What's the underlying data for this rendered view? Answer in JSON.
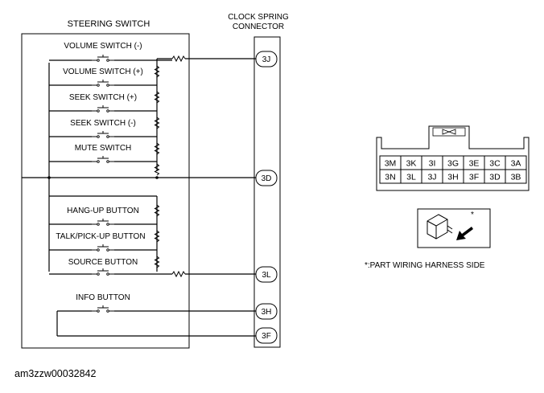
{
  "steering_switch": {
    "title": "STEERING SWITCH",
    "switches": [
      {
        "id": "volume-minus",
        "label": "VOLUME SWITCH (-)"
      },
      {
        "id": "volume-plus",
        "label": "VOLUME SWITCH (+)"
      },
      {
        "id": "seek-plus",
        "label": "SEEK SWITCH (+)"
      },
      {
        "id": "seek-minus",
        "label": "SEEK SWITCH (-)"
      },
      {
        "id": "mute",
        "label": "MUTE SWITCH"
      },
      {
        "id": "hang-up",
        "label": "HANG-UP BUTTON"
      },
      {
        "id": "talk-pick-up",
        "label": "TALK/PICK-UP BUTTON"
      },
      {
        "id": "source",
        "label": "SOURCE BUTTON"
      },
      {
        "id": "info",
        "label": "INFO BUTTON"
      }
    ]
  },
  "clock_spring_connector": {
    "title_line1": "CLOCK SPRING",
    "title_line2": "CONNECTOR",
    "pins": [
      "3J",
      "3D",
      "3L",
      "3H",
      "3F"
    ]
  },
  "connector_face": {
    "row1": [
      "3M",
      "3K",
      "3I",
      "3G",
      "3E",
      "3C",
      "3A"
    ],
    "row2": [
      "3N",
      "3L",
      "3J",
      "3H",
      "3F",
      "3D",
      "3B"
    ],
    "icon": "harness-side-plug-icon",
    "note": "*:PART WIRING HARNESS SIDE"
  },
  "image_code": "am3zzw00032842"
}
